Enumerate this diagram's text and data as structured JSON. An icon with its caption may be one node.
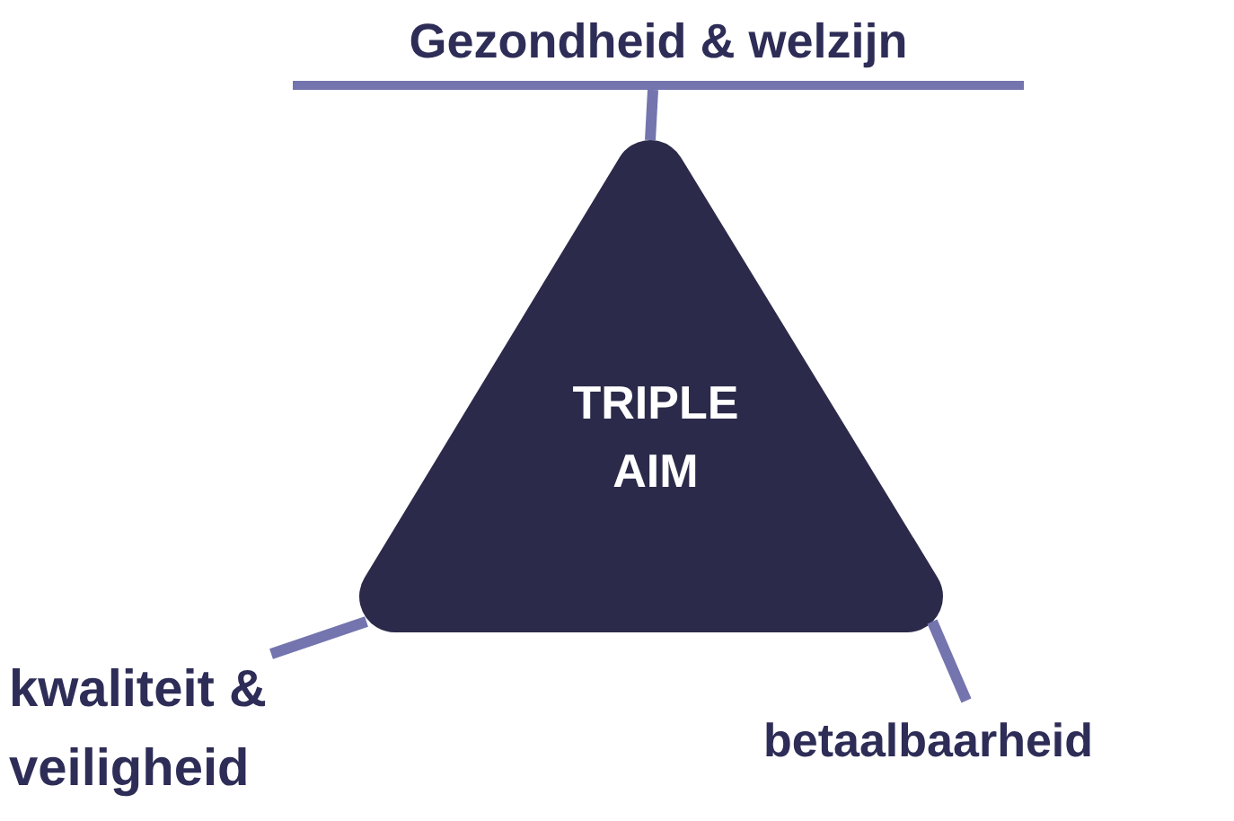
{
  "diagram": {
    "nodes": [
      {
        "text": [
          "TRIPLE AIM"
        ]
      },
      {
        "text": [
          "Gezondheid & welzijn"
        ]
      },
      {
        "text": [
          "kwaliteit & veiligheid"
        ]
      },
      {
        "text": [
          "betaalbaarheid"
        ]
      }
    ],
    "edges": [
      {
        "from": 0,
        "to": 1,
        "arrow": "none"
      },
      {
        "from": 0,
        "to": 2,
        "arrow": "none"
      },
      {
        "from": 0,
        "to": 3,
        "arrow": "none"
      }
    ]
  }
}
